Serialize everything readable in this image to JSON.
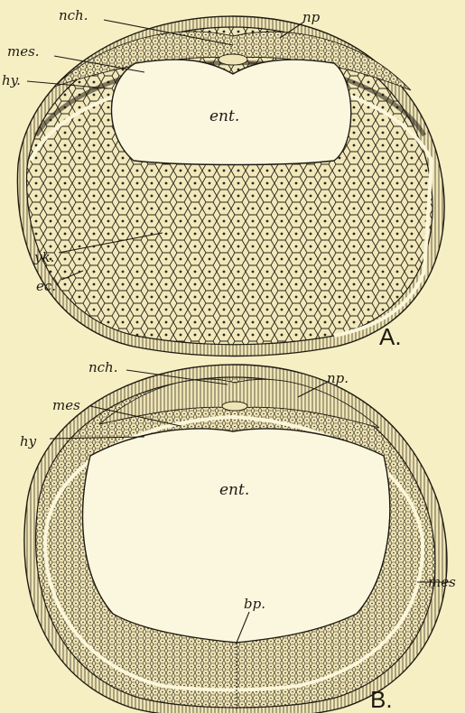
{
  "figure_a": {
    "letter": "A.",
    "labels": {
      "nch": "nch.",
      "np": "np",
      "mes": "mes.",
      "hy": "hy.",
      "ent": "ent.",
      "yk": "yk.",
      "ec": "ec."
    }
  },
  "figure_b": {
    "letter": "B.",
    "labels": {
      "nch": "nch.",
      "np": "np.",
      "mes_left": "mes",
      "hy": "hy",
      "ent": "ent.",
      "bp": "bp.",
      "mes_right": "mes"
    }
  },
  "colors": {
    "paper": "#f6efc4",
    "ink": "#1f1a12"
  }
}
